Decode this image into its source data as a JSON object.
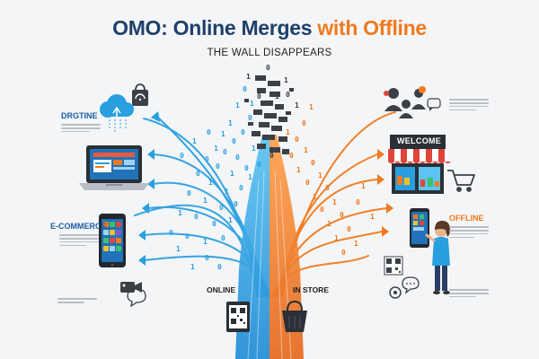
{
  "header": {
    "title_part1": "OMO: Online Merges ",
    "title_part2": "with Offline",
    "subtitle": "THE WALL DISAPPEARS"
  },
  "labels": {
    "left_top": "DRGTINE",
    "left_mid": "E-COMMERCE",
    "bottom_left": "ONLINE",
    "bottom_right": "IN STORE",
    "right_mid": "OFFLINE",
    "store_sign": "WELCOME"
  },
  "icons": [
    "cloud-icon",
    "shopping-bag-icon",
    "laptop-icon",
    "smartphone-icon",
    "video-camera-icon",
    "chat-bubble-icon",
    "people-icon",
    "storefront-icon",
    "shopping-cart-icon",
    "qr-code-icon",
    "shopping-basket-icon",
    "woman-with-phone-icon",
    "brick-wall-icon"
  ],
  "colors": {
    "title_blue": "#1f3f6b",
    "title_orange": "#f07a1f",
    "online_blue": "#2a9fe0",
    "offline_orange": "#f07a1f",
    "awning_red": "#e0453a"
  }
}
